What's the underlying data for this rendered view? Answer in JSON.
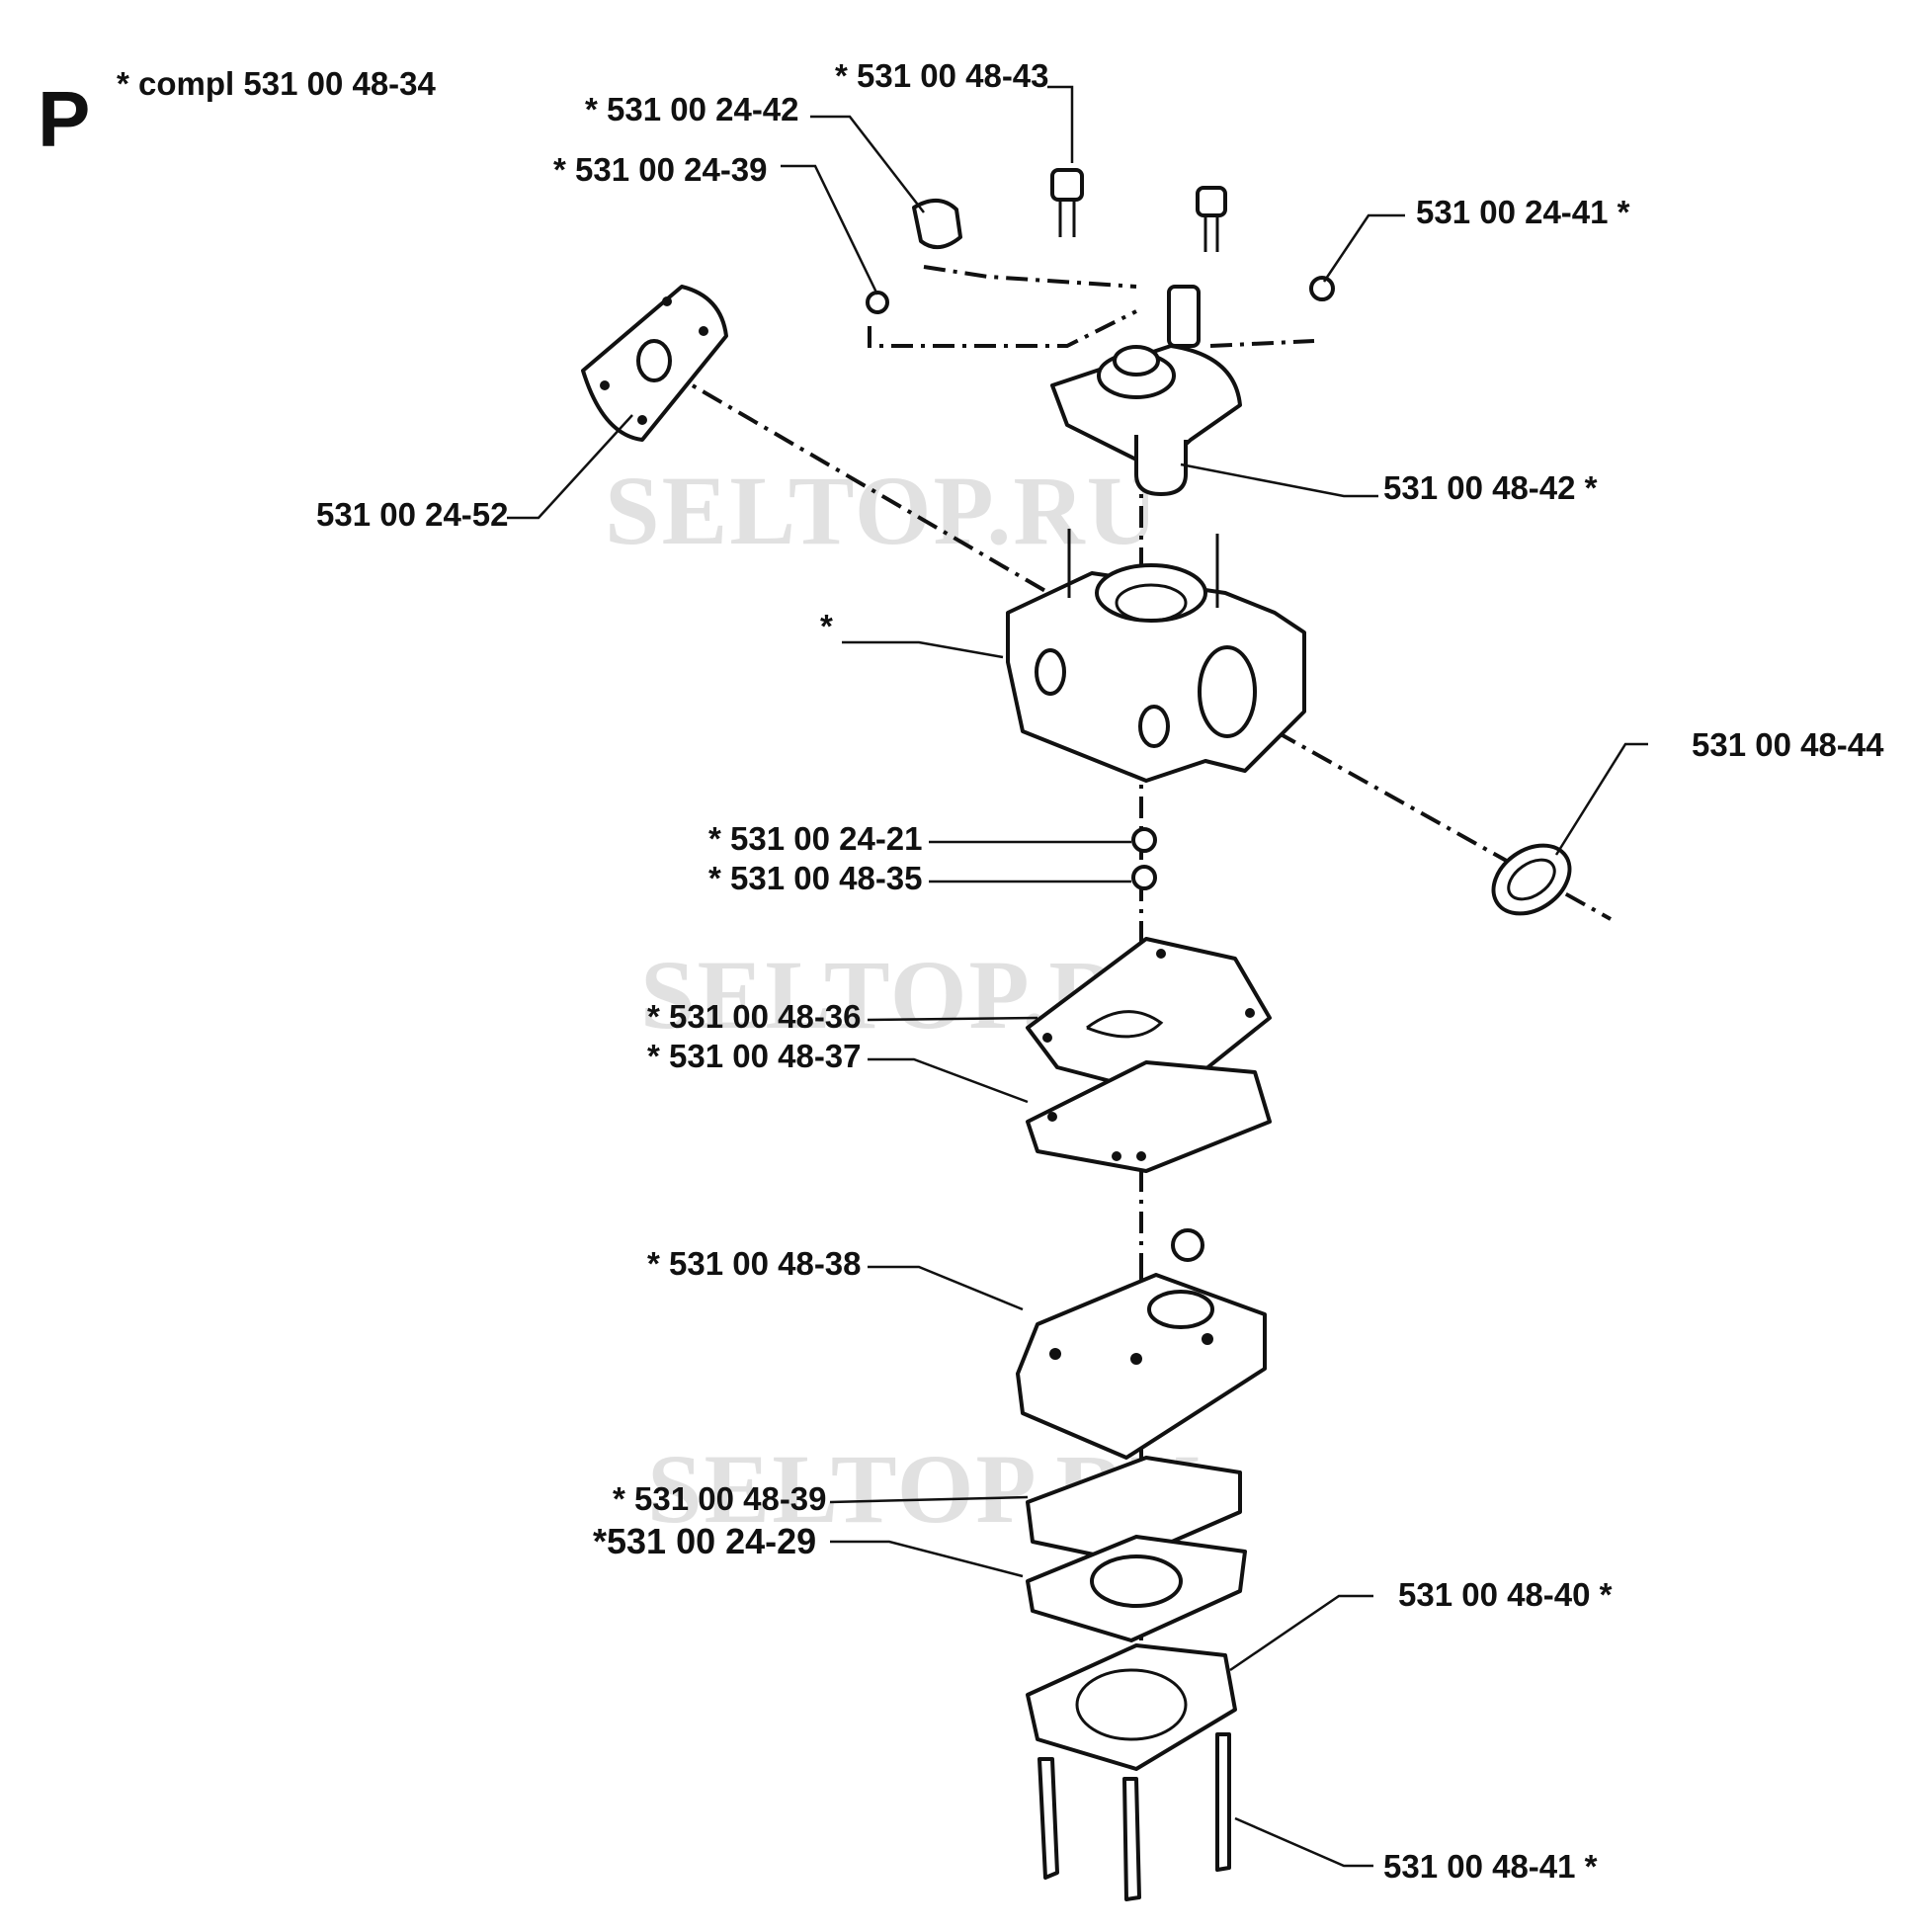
{
  "diagram": {
    "section_letter": "P",
    "header_note": "*  compl 531 00 48-34",
    "watermark": "SELTOP.RU",
    "labels": [
      "*  531 00 48-43",
      "*  531 00 24-42",
      "*  531 00 24-39",
      "531 00 24-41  *",
      "531 00 24-52",
      "531 00 48-42  *",
      "*",
      "531 00 48-44",
      "*  531 00 24-21",
      "*  531 00 48-35",
      "*  531 00 48-36",
      "*  531 00 48-37",
      "*  531 00 48-38",
      "*  531 00 48-39",
      "*531 00 24-29",
      "531 00 48-40  *",
      "531 00 48-41  *"
    ]
  }
}
